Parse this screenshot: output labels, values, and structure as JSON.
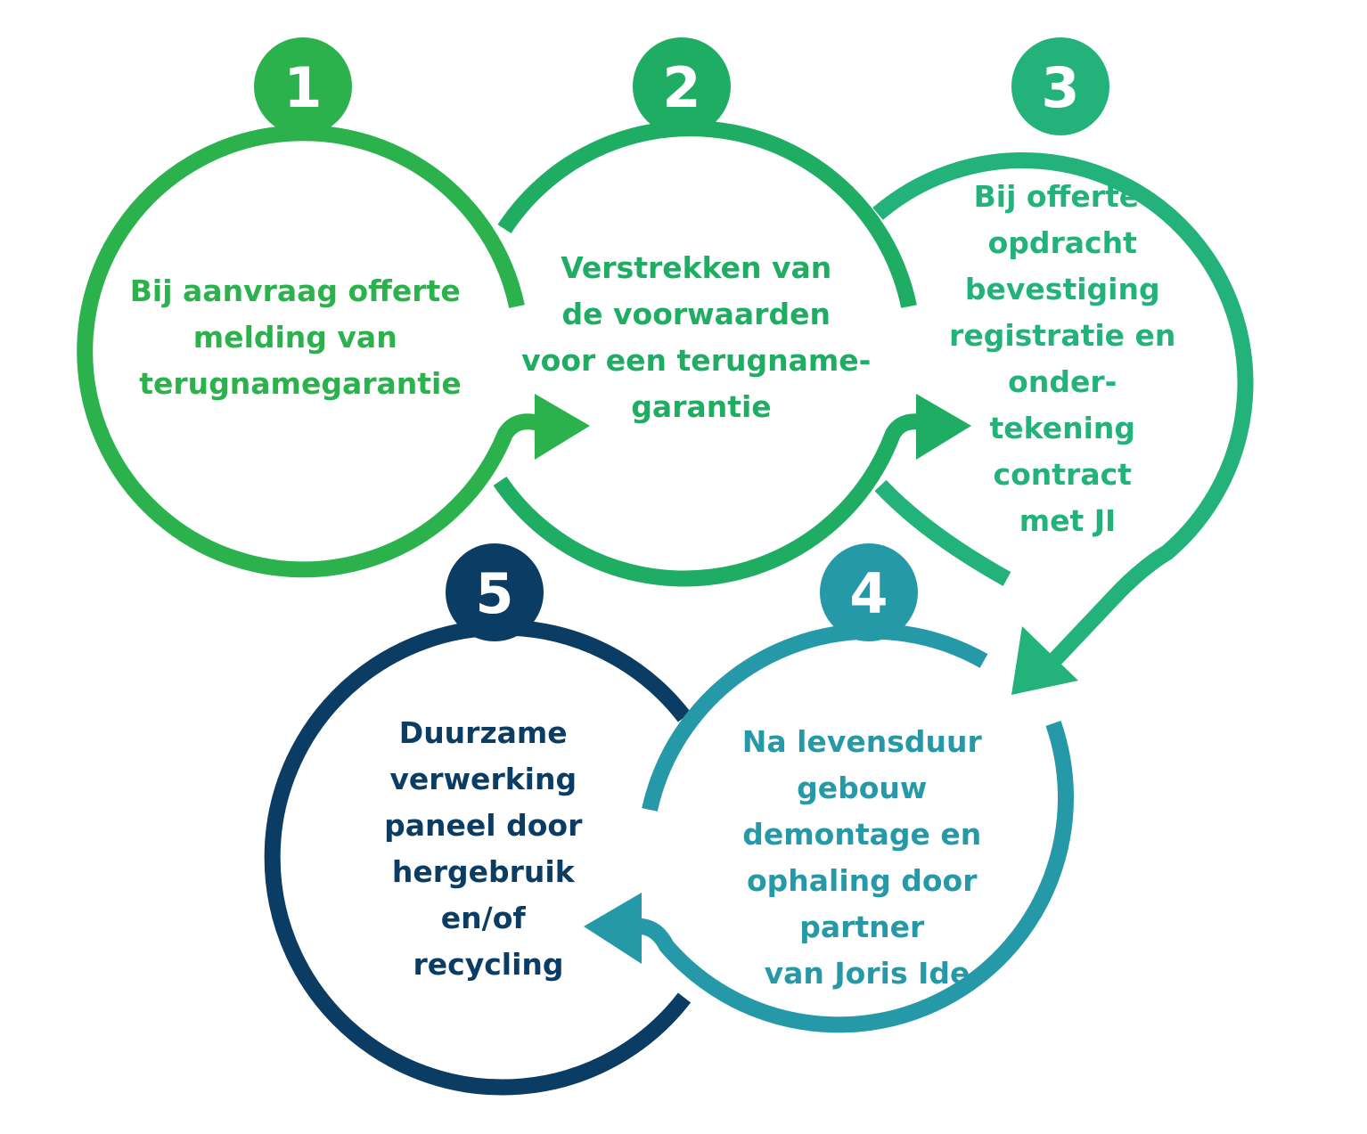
{
  "colors": {
    "step1": "#2bb24c",
    "step2": "#1fac63",
    "step3": "#22b27a",
    "step4": "#2699a8",
    "step5": "#0b3c63"
  },
  "steps": [
    {
      "number": "1",
      "lines": [
        "Bij aanvraag offerte",
        "melding van",
        "terugnamegarantie"
      ]
    },
    {
      "number": "2",
      "lines": [
        "Verstrekken van",
        "de voorwaarden",
        "voor een terugname-",
        "garantie"
      ]
    },
    {
      "number": "3",
      "lines": [
        "Bij offerte-",
        "opdracht",
        "bevestiging",
        "registratie en",
        "onder-",
        "tekening",
        "contract",
        "met JI"
      ]
    },
    {
      "number": "4",
      "lines": [
        "Na levensduur",
        "gebouw",
        "demontage en",
        "ophaling door",
        "partner",
        "van Joris Ide"
      ]
    },
    {
      "number": "5",
      "lines": [
        "Duurzame",
        "verwerking",
        "paneel door",
        "hergebruik",
        "en/of",
        "recycling"
      ]
    }
  ]
}
